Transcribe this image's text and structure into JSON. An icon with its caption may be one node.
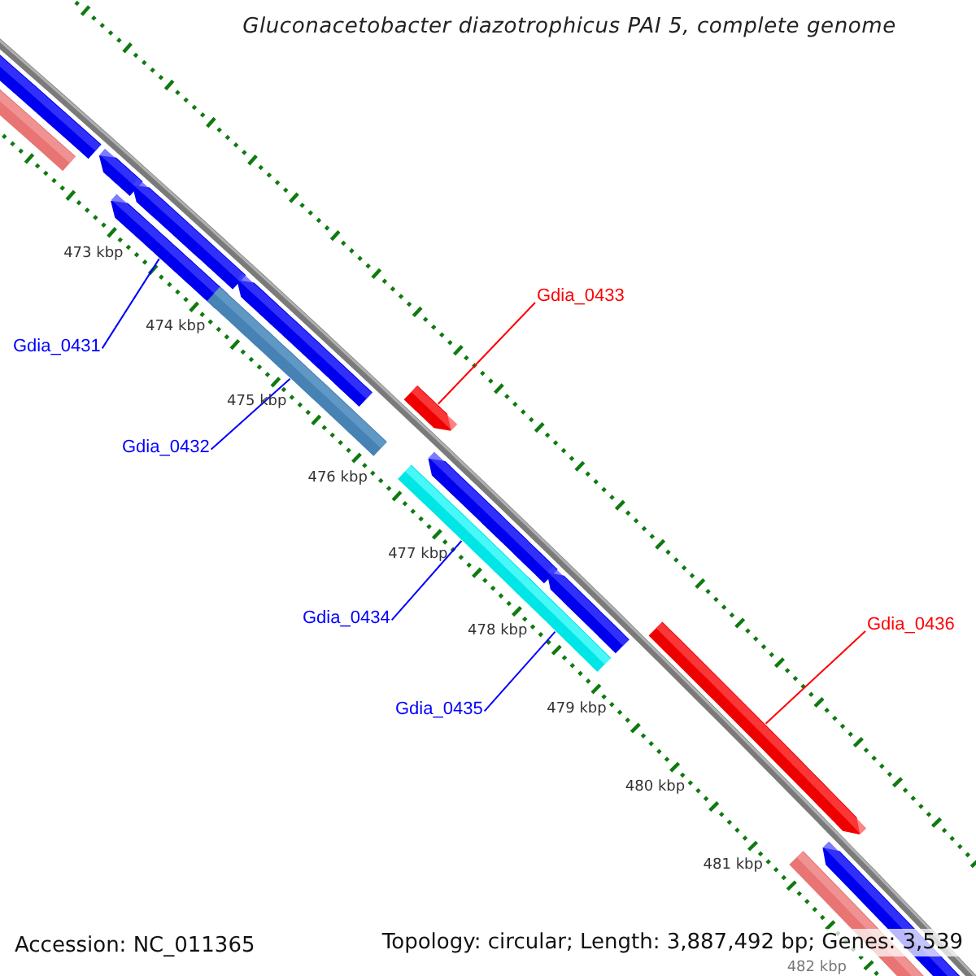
{
  "diagram": {
    "title": "Gluconacetobacter diazotrophicus PAI 5, complete genome",
    "nodes": [
      {
        "text": [
          "Gdia_0431"
        ]
      },
      {
        "text": [
          "Gdia_0432"
        ]
      },
      {
        "text": [
          "Gdia_0433"
        ]
      },
      {
        "text": [
          "Gdia_0434"
        ]
      },
      {
        "text": [
          "Gdia_0435"
        ]
      },
      {
        "text": [
          "Gdia_0436"
        ]
      },
      {
        "text": [],
        "shape": "bar"
      },
      {
        "text": [],
        "shape": "bar"
      },
      {
        "text": [],
        "shape": "bar"
      },
      {
        "text": [],
        "shape": "bar"
      },
      {
        "text": [],
        "shape": "bar"
      },
      {
        "text": [],
        "shape": "bar"
      }
    ],
    "edges": [
      {
        "from": 0,
        "to": 6,
        "arrow": "none"
      },
      {
        "from": 1,
        "to": 7,
        "arrow": "none"
      },
      {
        "from": 2,
        "to": 8,
        "arrow": "none",
        "color": "#ff0000"
      },
      {
        "from": 3,
        "to": 9,
        "arrow": "none"
      },
      {
        "from": 4,
        "to": 10,
        "arrow": "none"
      },
      {
        "from": 5,
        "to": 11,
        "arrow": "none",
        "color": "#ff0000"
      }
    ],
    "labels": [
      "473 kbp",
      "474 kbp",
      "475 kbp",
      "476 kbp",
      "477 kbp",
      "478 kbp",
      "479 kbp",
      "480 kbp",
      "481 kbp",
      "482 kbp",
      "Accession: NC_011365",
      "Topology: circular; Length: 3,887,492 bp; Genes: 3,539"
    ]
  }
}
